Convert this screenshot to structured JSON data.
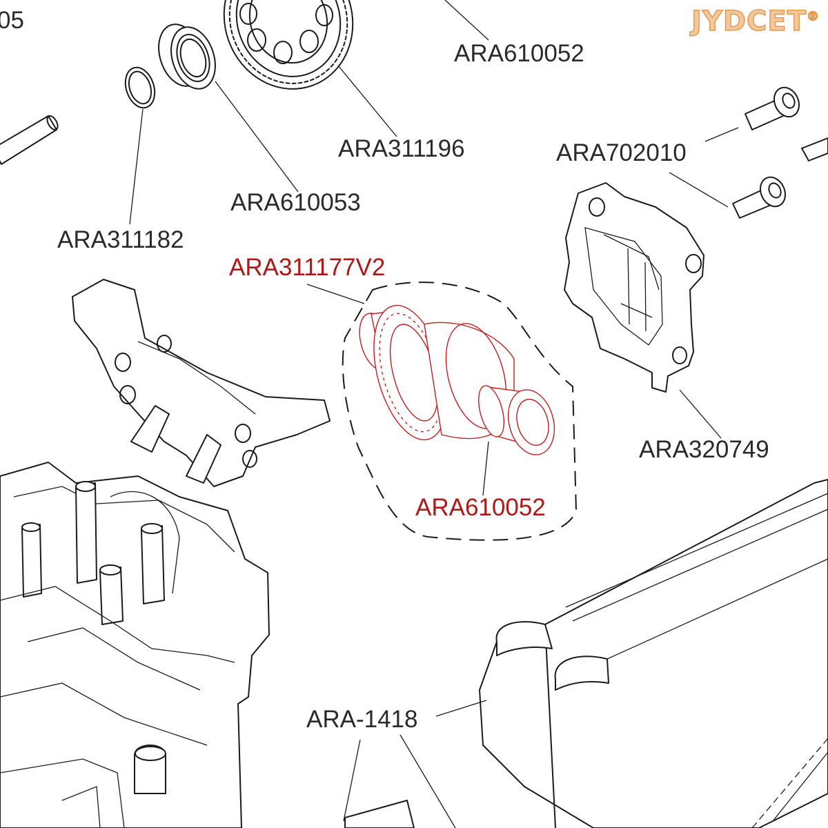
{
  "corner_number": "05",
  "logo": {
    "text": "JYDCET",
    "mark": "®"
  },
  "labels": {
    "top_right_part": "ARA610052",
    "spur_gear": "ARA311196",
    "bearing": "ARA610053",
    "o_ring": "ARA311182",
    "screws": "ARA702010",
    "diff_case": "ARA320749",
    "differential": "ARA311177V2",
    "diff_bearing": "ARA610052",
    "chassis": "ARA-1418"
  },
  "colors": {
    "highlight": "#c01e1e",
    "logo_fill": "#f3c79a",
    "logo_outline": "#e39a52",
    "line": "#1a1a1a"
  },
  "icons": [
    "bevel-gear-diff-icon",
    "spur-gear-icon",
    "bearing-icon",
    "o-ring-icon",
    "cap-screw-icon",
    "gearbox-housing-icon",
    "chassis-tub-icon"
  ]
}
